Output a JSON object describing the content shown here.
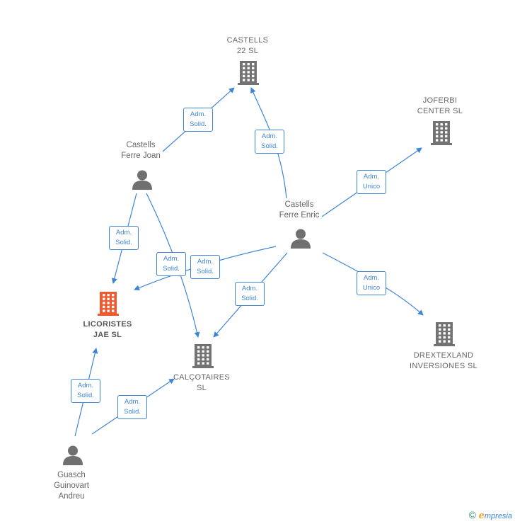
{
  "colors": {
    "edge": "#3d85d6",
    "company": "#737373",
    "company_focus": "#f05a30",
    "person": "#707070"
  },
  "nodes": [
    {
      "id": "castells22",
      "type": "company",
      "icon": "building-icon",
      "label": "CASTELLS\n22  SL"
    },
    {
      "id": "joferbi",
      "type": "company",
      "icon": "building-icon",
      "label": "JOFERBI\nCENTER  SL"
    },
    {
      "id": "licoristes",
      "type": "company",
      "icon": "building-icon",
      "focus": true,
      "label": "LICORISTES\nJAE  SL"
    },
    {
      "id": "calcotaires",
      "type": "company",
      "icon": "building-icon",
      "label": "CALÇOTAIRES\nSL"
    },
    {
      "id": "drextexland",
      "type": "company",
      "icon": "building-icon",
      "label": "DREXTEXLAND\nINVERSIONES SL"
    },
    {
      "id": "joan",
      "type": "person",
      "icon": "person-icon",
      "label": "Castells\nFerre Joan"
    },
    {
      "id": "enric",
      "type": "person",
      "icon": "person-icon",
      "label": "Castells\nFerre Enric"
    },
    {
      "id": "guasch",
      "type": "person",
      "icon": "person-icon",
      "label": "Guasch\nGuinovart\nAndreu"
    }
  ],
  "edges": [
    {
      "from": "joan",
      "to": "castells22",
      "label": [
        "Adm.",
        "Solid."
      ]
    },
    {
      "from": "enric",
      "to": "castells22",
      "label": [
        "Adm.",
        "Solid."
      ]
    },
    {
      "from": "enric",
      "to": "joferbi",
      "label": [
        "Adm.",
        "Unico"
      ]
    },
    {
      "from": "joan",
      "to": "licoristes",
      "label": [
        "Adm.",
        "Solid."
      ]
    },
    {
      "from": "joan",
      "to": "calcotaires",
      "label": [
        "Adm.",
        "Solid."
      ]
    },
    {
      "from": "enric",
      "to": "licoristes",
      "label": [
        "Adm.",
        "Solid."
      ]
    },
    {
      "from": "enric",
      "to": "calcotaires",
      "label": [
        "Adm.",
        "Solid."
      ]
    },
    {
      "from": "enric",
      "to": "drextexland",
      "label": [
        "Adm.",
        "Unico"
      ]
    },
    {
      "from": "guasch",
      "to": "licoristes",
      "label": [
        "Adm.",
        "Solid."
      ]
    },
    {
      "from": "guasch",
      "to": "calcotaires",
      "label": [
        "Adm.",
        "Solid."
      ]
    }
  ],
  "footer": {
    "copyright": "©",
    "brand_initial": "e",
    "brand_rest": "mpresia"
  }
}
